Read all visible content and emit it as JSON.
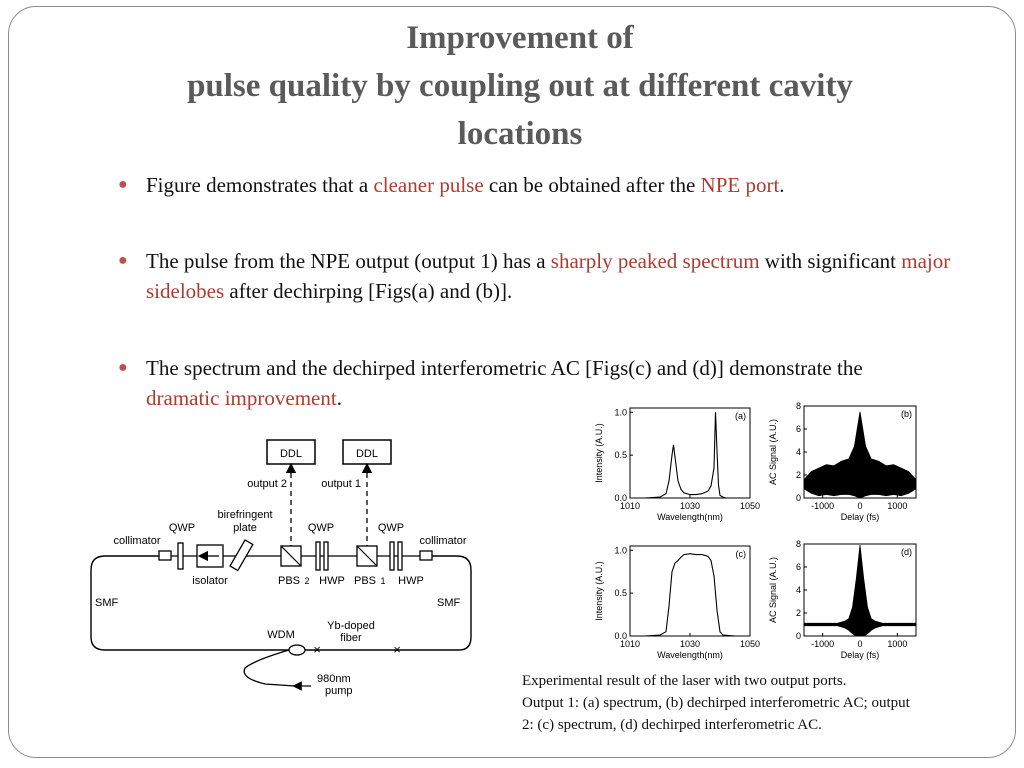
{
  "title": {
    "line1": "Improvement of",
    "line2": "pulse quality by coupling out at different cavity",
    "line3": "locations"
  },
  "bullets": [
    {
      "pre": "Figure demonstrates that a ",
      "hl1": "cleaner pulse",
      "mid": " can be obtained after the ",
      "hl2": "NPE port",
      "post": "."
    },
    {
      "pre": "The pulse from the NPE output (output 1) has a ",
      "hl1": "sharply peaked spectrum",
      "mid": " with significant ",
      "hl2": "major sidelobes",
      "post": " after dechirping [Figs(a) and (b)]."
    },
    {
      "pre": "The spectrum and the dechirped interferometric AC [Figs(c) and (d)] demonstrate the ",
      "hl1": "dramatic improvement",
      "post": "."
    }
  ],
  "colors": {
    "accent": "#c0504d",
    "highlight": "#b03a2e",
    "title": "#5a5a5a"
  },
  "diagram": {
    "ddl_left": "DDL",
    "ddl_right": "DDL",
    "output2": "output  2",
    "output1": "output  1",
    "birefringent": "birefringent",
    "plate": "plate",
    "qwp_left": "QWP",
    "qwp_mid": "QWP",
    "qwp_right": "QWP",
    "collimator_left": "collimator",
    "collimator_right": "collimator",
    "isolator": "isolator",
    "pbs2": "PBS",
    "pbs2_num": "2",
    "hwp_mid": "HWP",
    "pbs1": "PBS",
    "pbs1_num": "1",
    "hwp_right": "HWP",
    "smf_left": "SMF",
    "smf_right": "SMF",
    "wdm": "WDM",
    "yb_doped": "Yb-doped",
    "fiber": "fiber",
    "pump1": "980nm",
    "pump2": "pump"
  },
  "chart_data": [
    {
      "type": "line",
      "label": "(a)",
      "xlabel": "Wavelength(nm)",
      "ylabel": "Intensity (A.U.)",
      "xlim": [
        1010,
        1050
      ],
      "ylim": [
        0,
        1.05
      ],
      "x_ticks": [
        1010,
        1030,
        1050
      ],
      "y_ticks": [
        "0.0",
        "0.5",
        "1.0"
      ],
      "x": [
        1010,
        1015,
        1020,
        1022,
        1023,
        1024,
        1024.5,
        1025,
        1026,
        1027,
        1028,
        1030,
        1032,
        1034,
        1036,
        1037,
        1038,
        1038.5,
        1039,
        1039.5,
        1040,
        1041,
        1042,
        1045,
        1050
      ],
      "values": [
        0.0,
        0.0,
        0.01,
        0.05,
        0.2,
        0.5,
        0.62,
        0.48,
        0.2,
        0.1,
        0.06,
        0.04,
        0.04,
        0.05,
        0.08,
        0.14,
        0.35,
        1.0,
        0.55,
        0.15,
        0.03,
        0.01,
        0.0,
        0.0,
        0.0
      ]
    },
    {
      "type": "line",
      "label": "(b)",
      "xlabel": "Delay (fs)",
      "ylabel": "AC Signal (A.U.)",
      "xlim": [
        -1500,
        1500
      ],
      "ylim": [
        0,
        8
      ],
      "x_ticks": [
        -1000,
        0,
        1000
      ],
      "y_ticks": [
        "0",
        "2",
        "4",
        "6",
        "8"
      ],
      "envelope": {
        "x": [
          -1500,
          -1300,
          -1100,
          -900,
          -700,
          -500,
          -300,
          -150,
          0,
          150,
          300,
          500,
          700,
          900,
          1100,
          1300,
          1500
        ],
        "upper": [
          1.6,
          2.3,
          2.6,
          2.9,
          2.8,
          3.2,
          3.4,
          4.5,
          7.5,
          4.5,
          3.4,
          3.2,
          2.8,
          2.9,
          2.6,
          2.3,
          1.6
        ],
        "lower": [
          0.8,
          0.4,
          0.2,
          0.3,
          0.2,
          0.3,
          0.3,
          0.2,
          0,
          0.2,
          0.3,
          0.3,
          0.2,
          0.3,
          0.2,
          0.4,
          0.8
        ]
      }
    },
    {
      "type": "line",
      "label": "(c)",
      "xlabel": "Wavelength(nm)",
      "ylabel": "Intensity (A.U.)",
      "xlim": [
        1010,
        1050
      ],
      "ylim": [
        0,
        1.05
      ],
      "x_ticks": [
        1010,
        1030,
        1050
      ],
      "y_ticks": [
        "0.0",
        "0.5",
        "1.0"
      ],
      "x": [
        1010,
        1015,
        1020,
        1022,
        1023,
        1024,
        1025,
        1026,
        1027,
        1028,
        1030,
        1032,
        1034,
        1036,
        1037,
        1038,
        1039,
        1040,
        1041,
        1045,
        1050
      ],
      "values": [
        0.0,
        0.0,
        0.01,
        0.05,
        0.35,
        0.75,
        0.85,
        0.88,
        0.92,
        0.95,
        0.96,
        0.95,
        0.95,
        0.93,
        0.88,
        0.7,
        0.3,
        0.05,
        0.01,
        0.0,
        0.0
      ]
    },
    {
      "type": "line",
      "label": "(d)",
      "xlabel": "Delay (fs)",
      "ylabel": "AC Signal (A.U.)",
      "xlim": [
        -1500,
        1500
      ],
      "ylim": [
        0,
        8
      ],
      "x_ticks": [
        -1000,
        0,
        1000
      ],
      "y_ticks": [
        "0",
        "2",
        "4",
        "6",
        "8"
      ],
      "envelope": {
        "x": [
          -1500,
          -600,
          -400,
          -300,
          -200,
          -100,
          0,
          100,
          200,
          300,
          400,
          600,
          1500
        ],
        "upper": [
          1.1,
          1.1,
          1.3,
          1.5,
          2.5,
          5.0,
          7.9,
          5.0,
          2.5,
          1.5,
          1.3,
          1.1,
          1.1
        ],
        "lower": [
          0.9,
          0.9,
          0.7,
          0.5,
          0.2,
          0,
          0,
          0,
          0.2,
          0.5,
          0.7,
          0.9,
          0.9
        ]
      }
    }
  ],
  "caption": {
    "line1": "Experimental result of the laser with two output ports.",
    "line2": "Output 1: (a) spectrum, (b) dechirped interferometric AC; output",
    "line3": "2: (c) spectrum, (d) dechirped interferometric AC."
  }
}
